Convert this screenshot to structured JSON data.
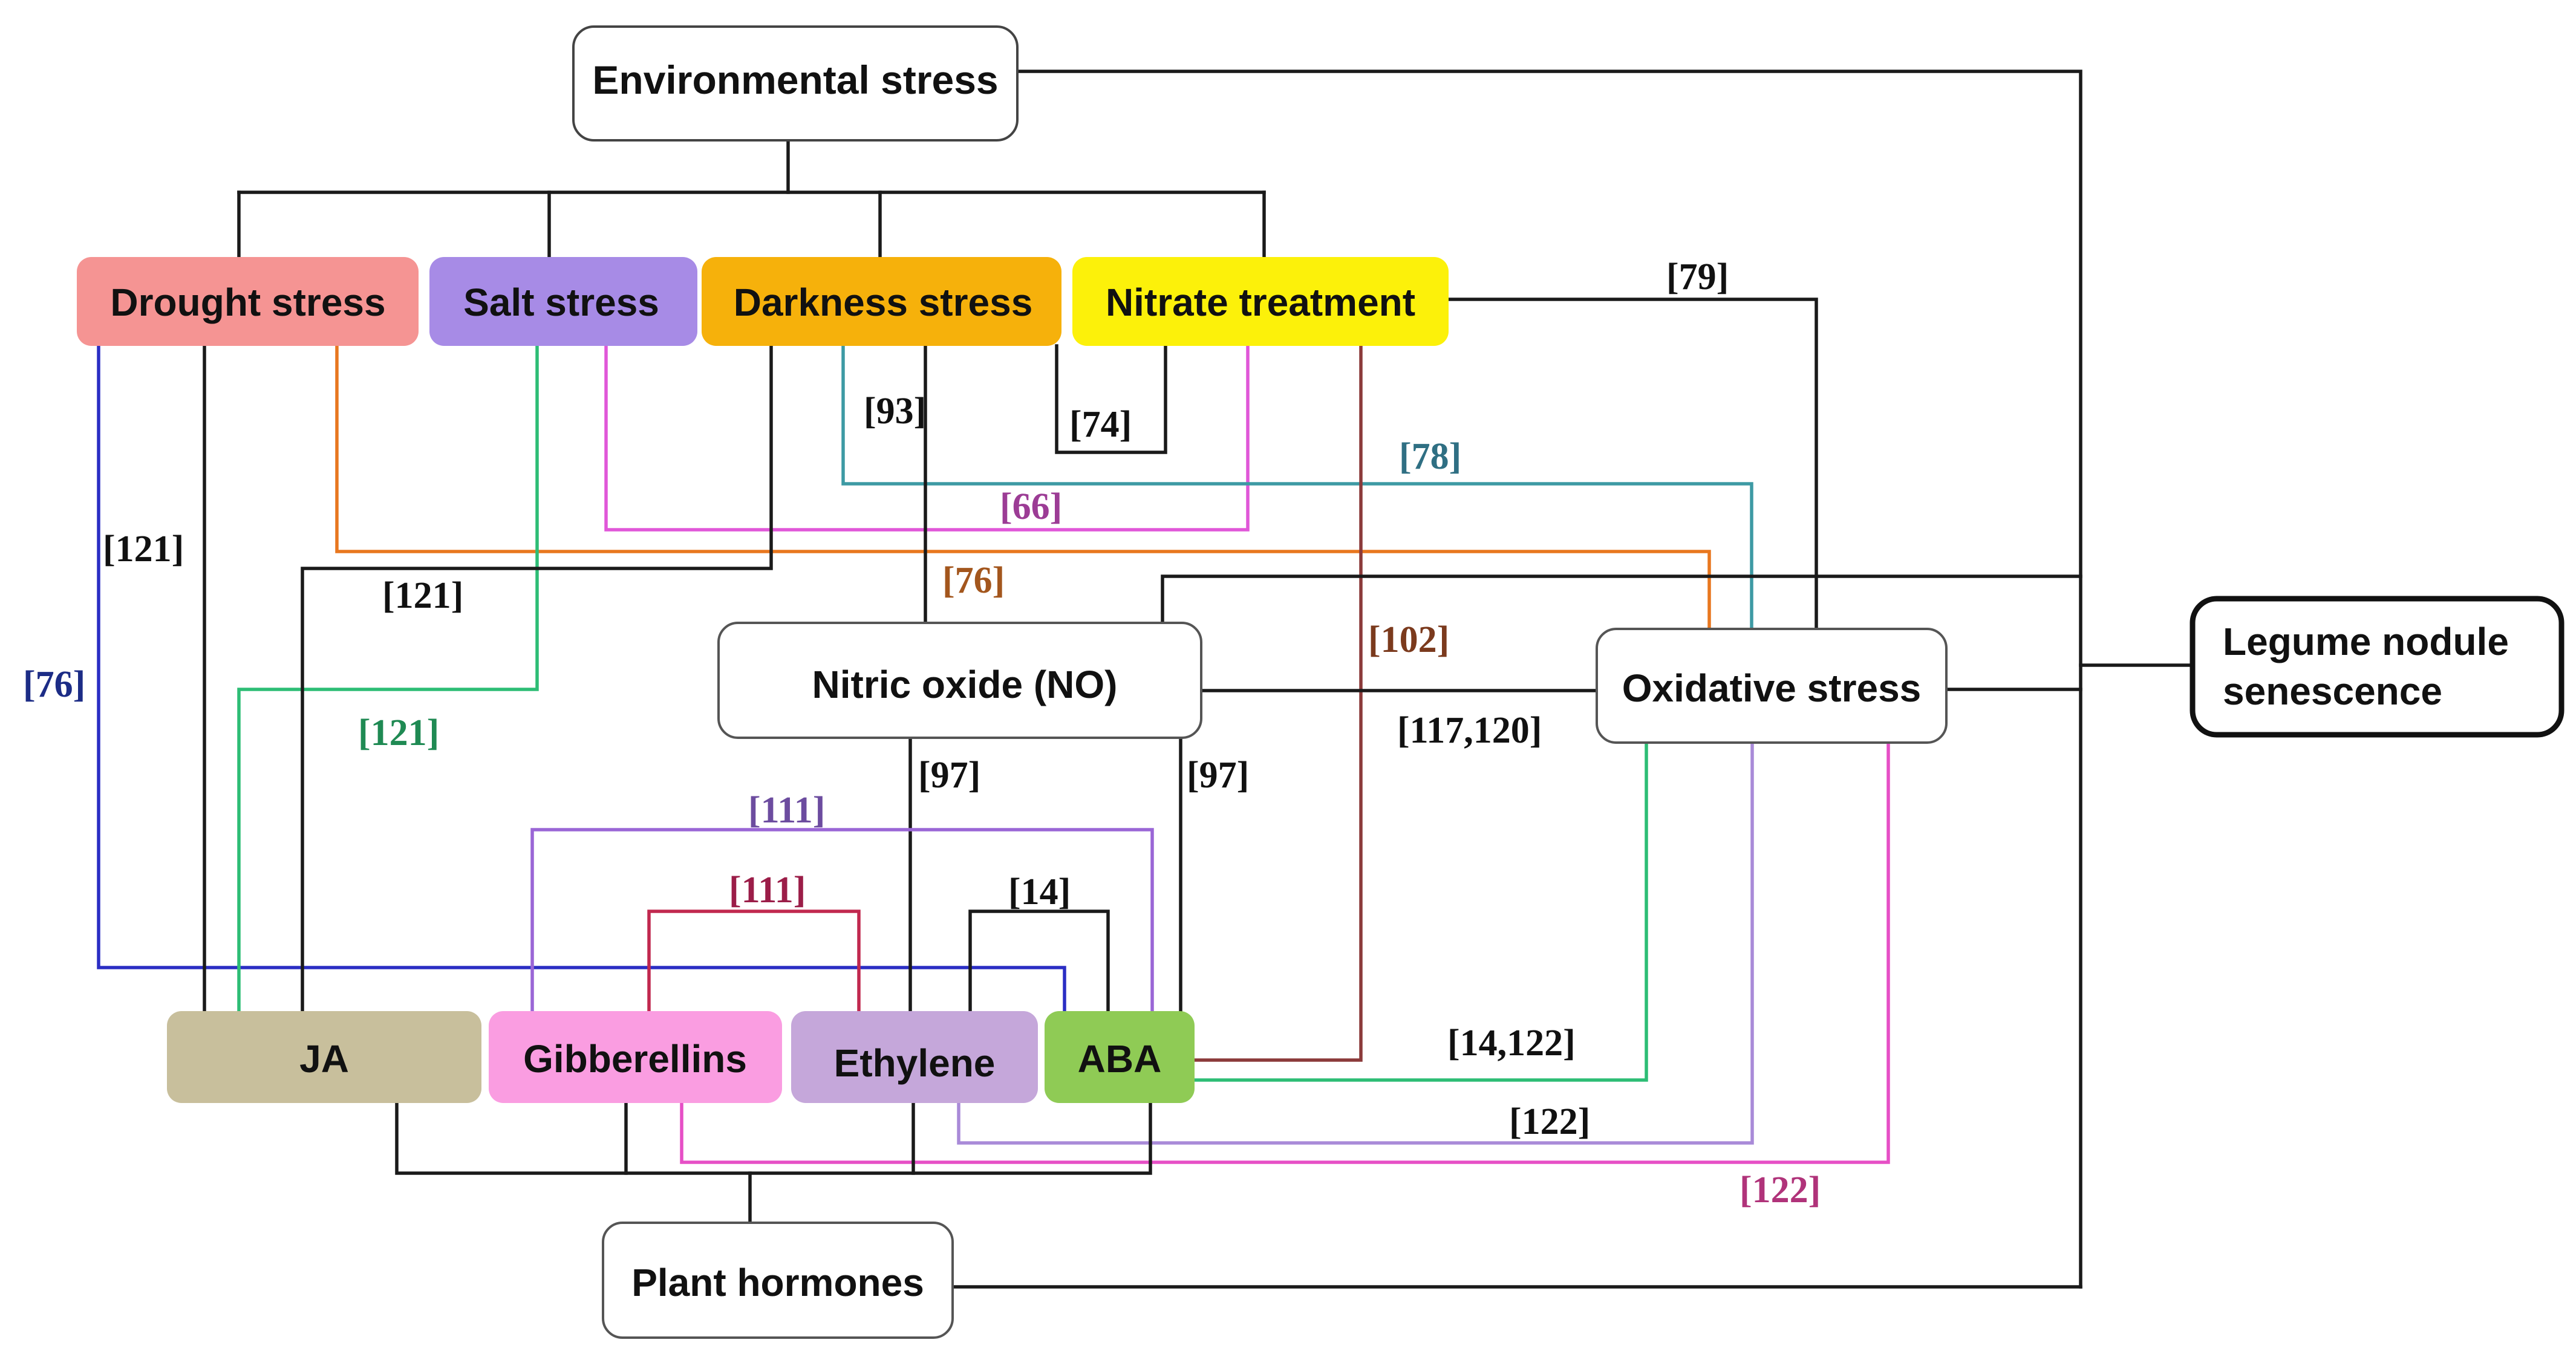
{
  "nodes": {
    "environmental_stress": {
      "label": "Environmental stress"
    },
    "drought_stress": {
      "label": "Drought stress",
      "color": "#f59493"
    },
    "salt_stress": {
      "label": "Salt stress",
      "color": "#a78be6"
    },
    "darkness_stress": {
      "label": "Darkness stress",
      "color": "#f6b10b"
    },
    "nitrate_treatment": {
      "label": "Nitrate treatment",
      "color": "#fcf10a"
    },
    "nitric_oxide": {
      "label": "Nitric oxide (NO)"
    },
    "oxidative_stress": {
      "label": "Oxidative stress"
    },
    "legume_nodule_senescence": {
      "label_line1": "Legume nodule",
      "label_line2": "senescence"
    },
    "ja": {
      "label": "JA",
      "color": "#c8bf9c"
    },
    "gibberellins": {
      "label": "Gibberellins",
      "color": "#fa9de1"
    },
    "ethylene": {
      "label": "Ethylene",
      "color": "#c5a7da"
    },
    "aba": {
      "label": "ABA",
      "color": "#8fcb55"
    },
    "plant_hormones": {
      "label": "Plant hormones"
    }
  },
  "references": {
    "r79": {
      "text": "[79]",
      "color": "#111111"
    },
    "r93": {
      "text": "[93]",
      "color": "#111111"
    },
    "r74": {
      "text": "[74]",
      "color": "#111111"
    },
    "r78": {
      "text": "[78]",
      "color": "#2f6f83"
    },
    "r66": {
      "text": "[66]",
      "color": "#9c3c95"
    },
    "r121_left": {
      "text": "[121]",
      "color": "#111111"
    },
    "r121_mid": {
      "text": "[121]",
      "color": "#111111"
    },
    "r76_orange": {
      "text": "[76]",
      "color": "#a3561d"
    },
    "r102": {
      "text": "[102]",
      "color": "#7b3a1d"
    },
    "r76_blue": {
      "text": "[76]",
      "color": "#1c2c86"
    },
    "r121_green": {
      "text": "[121]",
      "color": "#1f8a53"
    },
    "r117_120": {
      "text": "[117,120]",
      "color": "#111111"
    },
    "r97_left": {
      "text": "[97]",
      "color": "#111111"
    },
    "r97_right": {
      "text": "[97]",
      "color": "#111111"
    },
    "r111_purple": {
      "text": "[111]",
      "color": "#6c4c9f"
    },
    "r111_red": {
      "text": "[111]",
      "color": "#9b1d48"
    },
    "r14": {
      "text": "[14]",
      "color": "#111111"
    },
    "r14_122": {
      "text": "[14,122]",
      "color": "#111111"
    },
    "r122_black": {
      "text": "[122]",
      "color": "#111111"
    },
    "r122_pink": {
      "text": "[122]",
      "color": "#b0337a"
    }
  },
  "edge_colors": {
    "black": "#1a1a1a",
    "blue": "#2b2ec4",
    "orange": "#e8771f",
    "green": "#2dbd75",
    "pink": "#e057d8",
    "teal": "#3d9aa4",
    "brown": "#8b3a3a",
    "purple": "#9a66d6",
    "crimson": "#c1284f",
    "lavender": "#a98ad8",
    "magenta": "#e64fc6"
  }
}
